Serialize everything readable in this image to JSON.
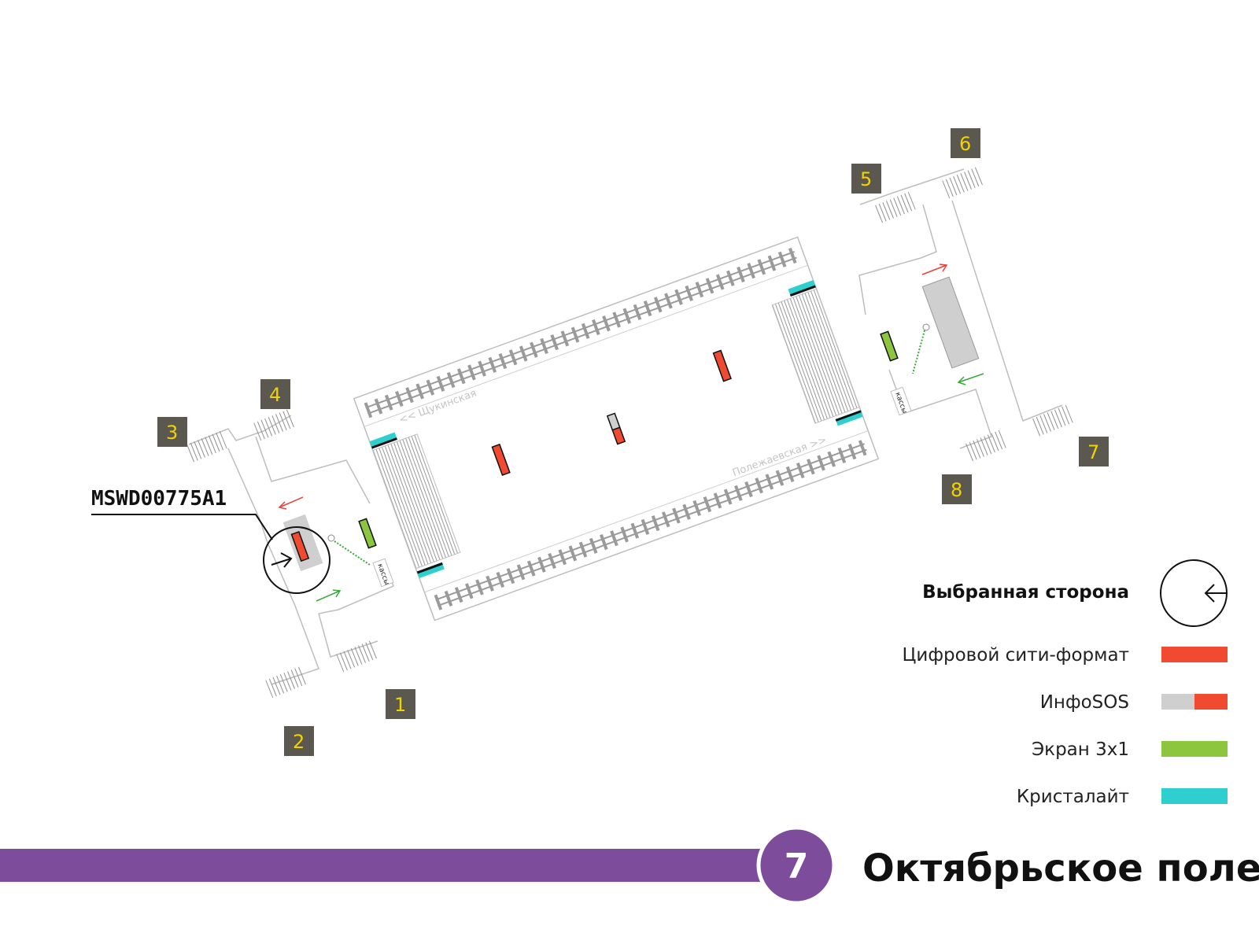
{
  "station": {
    "name": "Октябрьское поле",
    "line_number": "7",
    "line_color": "#7d4c9b"
  },
  "selected_code": "MSWD00775A1",
  "directions": {
    "top": "<< Щукинская",
    "bottom": "Полежаевская >>"
  },
  "kassy": "кассы",
  "exits": [
    "1",
    "2",
    "3",
    "4",
    "5",
    "6",
    "7",
    "8"
  ],
  "legend": {
    "selected_side": "Выбранная сторона",
    "items": [
      {
        "label": "Цифровой сити-формат",
        "colors": [
          "#f04a30"
        ]
      },
      {
        "label": "ИнфоSOS",
        "colors": [
          "#cfcfcf",
          "#f04a30"
        ]
      },
      {
        "label": "Экран 3х1",
        "colors": [
          "#8cc63f"
        ]
      },
      {
        "label": "Кристалайт",
        "colors": [
          "#2fcfcf"
        ]
      }
    ]
  },
  "colors": {
    "digital_city": "#f04a30",
    "infosos_gray": "#cfcfcf",
    "screen": "#8cc63f",
    "crystalite": "#2fcfcf",
    "exit_box": "#5a584f",
    "exit_text": "#f2d200",
    "arrow_red": "#e8413c",
    "arrow_green": "#3aa83a"
  }
}
